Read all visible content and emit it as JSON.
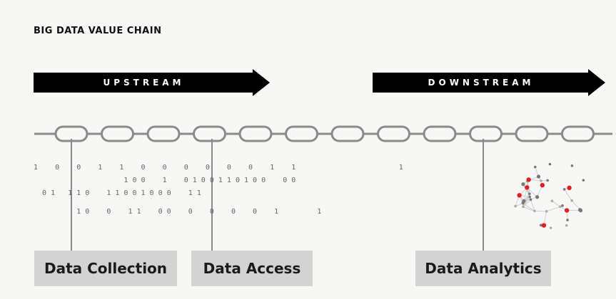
{
  "title": "BIG DATA  VALUE  CHAIN",
  "arrows": {
    "upstream": "UPSTREAM",
    "downstream": "DOWNSTREAM"
  },
  "binary_rows": [
    "1    0    0    1    1    0    0    0    0    0    0    1    1                        1",
    "                     1 0 0    1    0 1 0 0 1 1 0 1 0 0    0 0",
    "  0 1   1 1 0    1 1 0 0 1 0 0 0    1 1",
    "          1 0    0    1 1    0 0    0    0    0    0    1         1"
  ],
  "stages": [
    "Data Collection",
    "Data Access",
    "Data Analytics"
  ],
  "colors": {
    "arrow": "#000000",
    "chain": "#8a8a8a",
    "stage_box": "#d3d3d3",
    "accent_red": "#e02020"
  }
}
